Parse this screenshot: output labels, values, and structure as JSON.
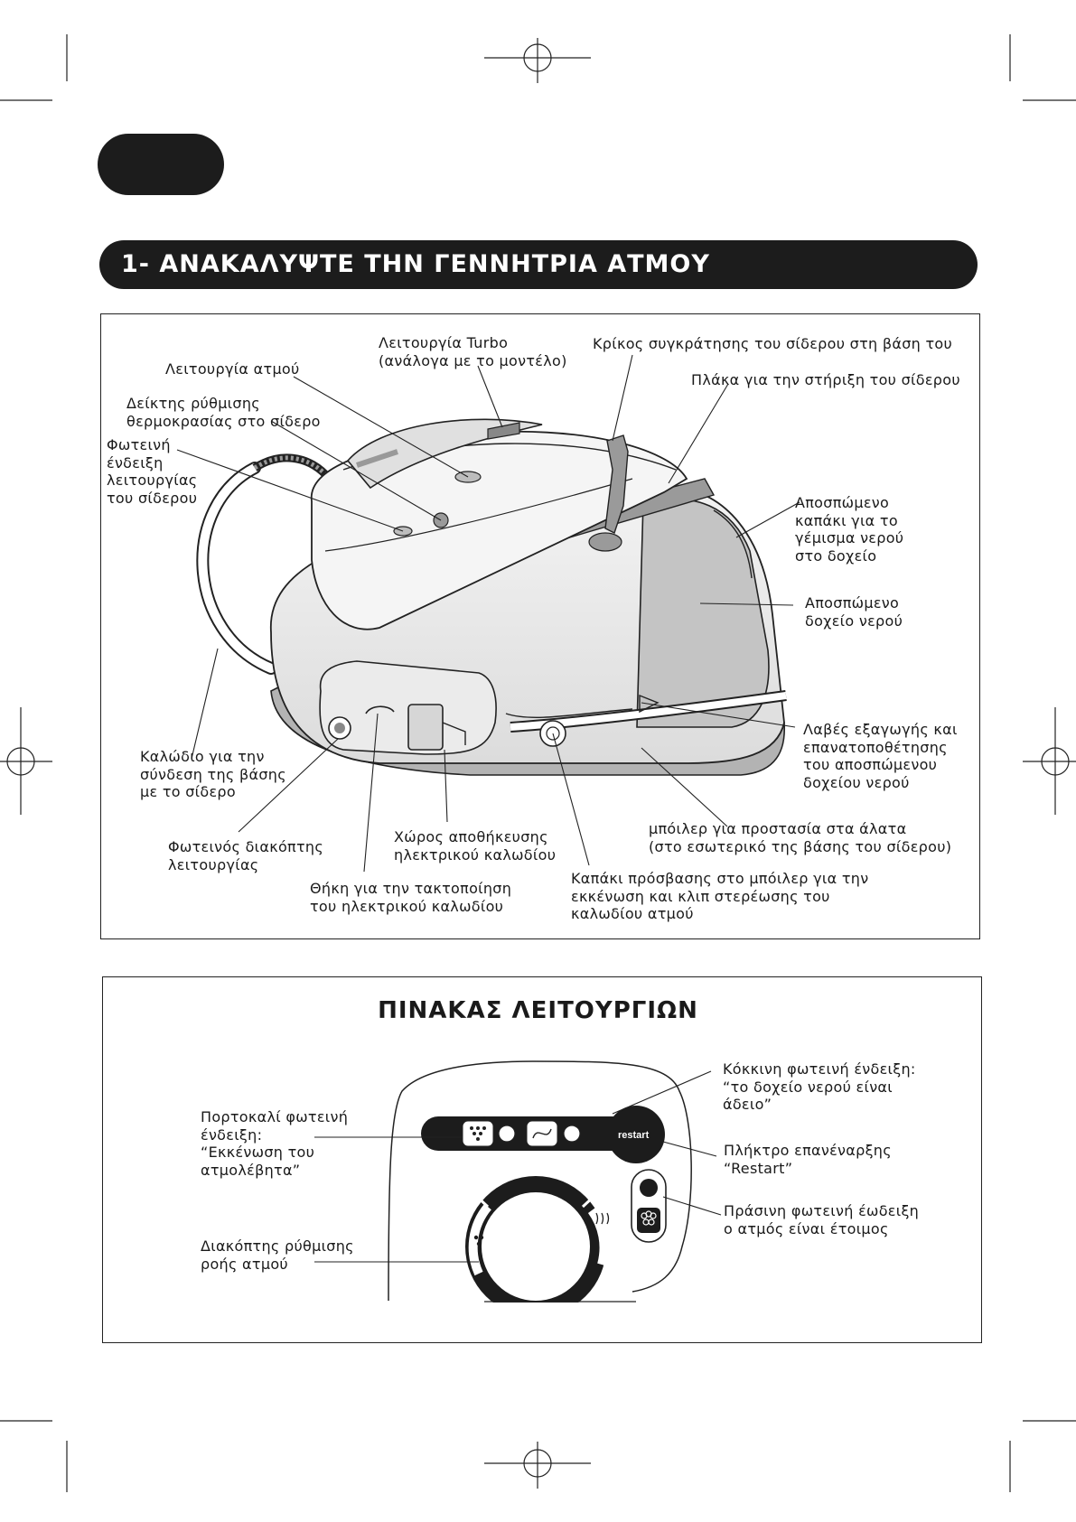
{
  "section": {
    "title": "1- ΑΝΑΚΑΛΥΨΤΕ ΤΗΝ ΓΕΝΝΗΤΡΙΑ ΑΤΜΟΥ"
  },
  "diagram_labels": {
    "turbo": [
      "Λειτουργία Turbo",
      "(ανάλογα με το μοντέλο)"
    ],
    "ring": [
      "Κρίκος συγκράτησης του σίδερου στη βάση του"
    ],
    "steam": [
      "Λειτουργία ατμού"
    ],
    "plate": [
      "Πλάκα για την στήριξη του σίδερου"
    ],
    "temp": [
      "Δείκτης ρύθμισης",
      "θερμοκρασίας στο σίδερο"
    ],
    "light": [
      "Φωτεινή",
      "ένδειξη",
      "λειτουργίας",
      "του σίδερου"
    ],
    "lid": [
      "Αποσπώμενο",
      "καπάκι για το",
      "γέμισμα νερού",
      "στο δοχείο"
    ],
    "tank": [
      "Αποσπώμενο",
      "δοχείο νερού"
    ],
    "handles": [
      "Λαβές εξαγωγής και",
      "επανατοποθέτησης",
      "του αποσπώμενου",
      "δοχείου νερού"
    ],
    "cable": [
      "Καλώδιο για την",
      "σύνδεση της βάσης",
      "με το σίδερο"
    ],
    "boiler": [
      "μπόιλερ για προστασία στα άλατα",
      "(στο εσωτερικό της βάσης του σίδερου)"
    ],
    "storage": [
      "Χώρος αποθήκευσης",
      "ηλεκτρικού καλωδίου"
    ],
    "switch": [
      "Φωτεινός διακόπτης",
      "λειτουργίας"
    ],
    "holder": [
      "Θήκη για την τακτοποίηση",
      "του ηλεκτρικού καλωδίου"
    ],
    "access": [
      "Καπάκι πρόσβασης στο μπόιλερ για την",
      "εκκένωση και κλιπ στερέωσης του",
      "καλωδίου ατμού"
    ]
  },
  "panel": {
    "title": "ΠΙΝΑΚΑΣ ΛΕΙΤΟΥΡΓΙΩΝ",
    "restart_text": "restart",
    "labels": {
      "red": [
        "Κόκκινη φωτεινή ένδειξη:",
        "“το δοχείο νερού είναι",
        "άδειο”"
      ],
      "orange": [
        "Πορτοκαλί φωτεινή",
        "ένδειξη:",
        "“Εκκένωση του",
        "ατμολέβητα”"
      ],
      "restart": [
        "Πλήκτρο επανέναρξης",
        "“Restart”"
      ],
      "green": [
        "Πράσινη φωτεινή έωδειξη",
        "ο ατμός είναι έτοιμος"
      ],
      "dial": [
        "Διακόπτης ρύθμισης",
        "ροής ατμού"
      ]
    }
  },
  "icons": [
    "crop-mark-icon",
    "registration-mark-icon",
    "steam-drops-icon",
    "boiler-icon",
    "steam-cloud-icon",
    "power-light-icon"
  ]
}
